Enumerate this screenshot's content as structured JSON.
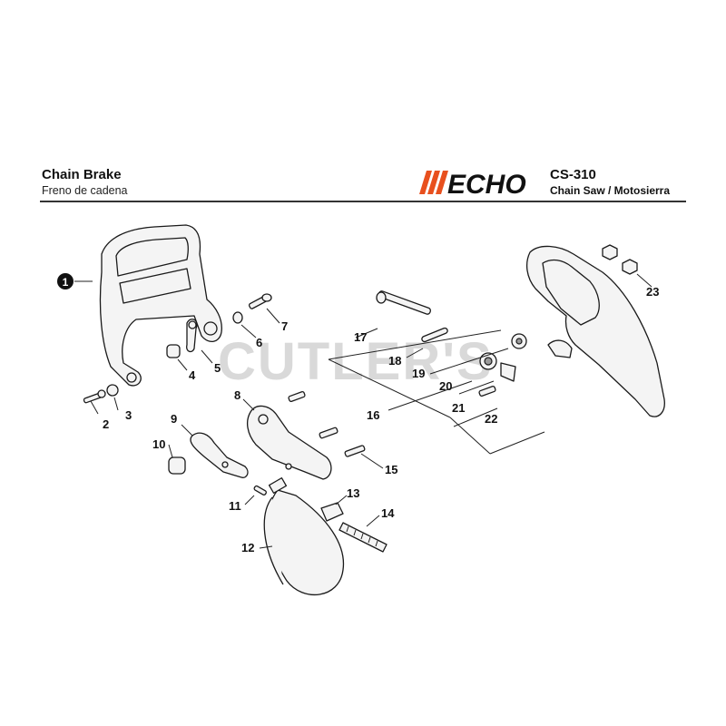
{
  "header": {
    "title": "Chain Brake",
    "subtitle": "Freno de cadena",
    "brand": "ECHO",
    "model": "CS-310",
    "model_sub": "Chain Saw / Motosierra"
  },
  "watermark": "CUTLER'S",
  "callouts": {
    "c1": "1",
    "c2": "2",
    "c3": "3",
    "c4": "4",
    "c5": "5",
    "c6": "6",
    "c7": "7",
    "c8": "8",
    "c9": "9",
    "c10": "10",
    "c11": "11",
    "c12": "12",
    "c13": "13",
    "c14": "14",
    "c15": "15",
    "c16": "16",
    "c17": "17",
    "c18": "18",
    "c19": "19",
    "c20": "20",
    "c21": "21",
    "c22": "22",
    "c23": "23"
  },
  "colors": {
    "brand_orange": "#e8501e",
    "ink": "#111111"
  }
}
